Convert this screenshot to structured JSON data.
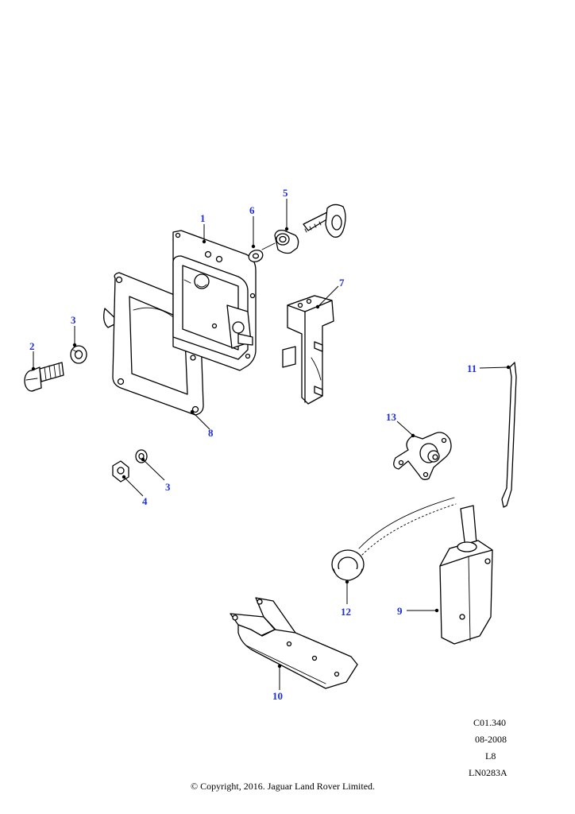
{
  "callouts": {
    "c1": "1",
    "c2": "2",
    "c3a": "3",
    "c3b": "3",
    "c4": "4",
    "c5": "5",
    "c6": "6",
    "c7": "7",
    "c8": "8",
    "c9": "9",
    "c10": "10",
    "c11": "11",
    "c12": "12",
    "c13": "13"
  },
  "footer": {
    "ref_code": "C01.340",
    "date": "08-2008",
    "model": "L8",
    "drawing_number": "LN0283A",
    "copyright": "© Copyright, 2016. Jaguar Land Rover Limited."
  },
  "colors": {
    "callout": "#1f2fd6",
    "line": "#000000",
    "background": "#ffffff"
  }
}
